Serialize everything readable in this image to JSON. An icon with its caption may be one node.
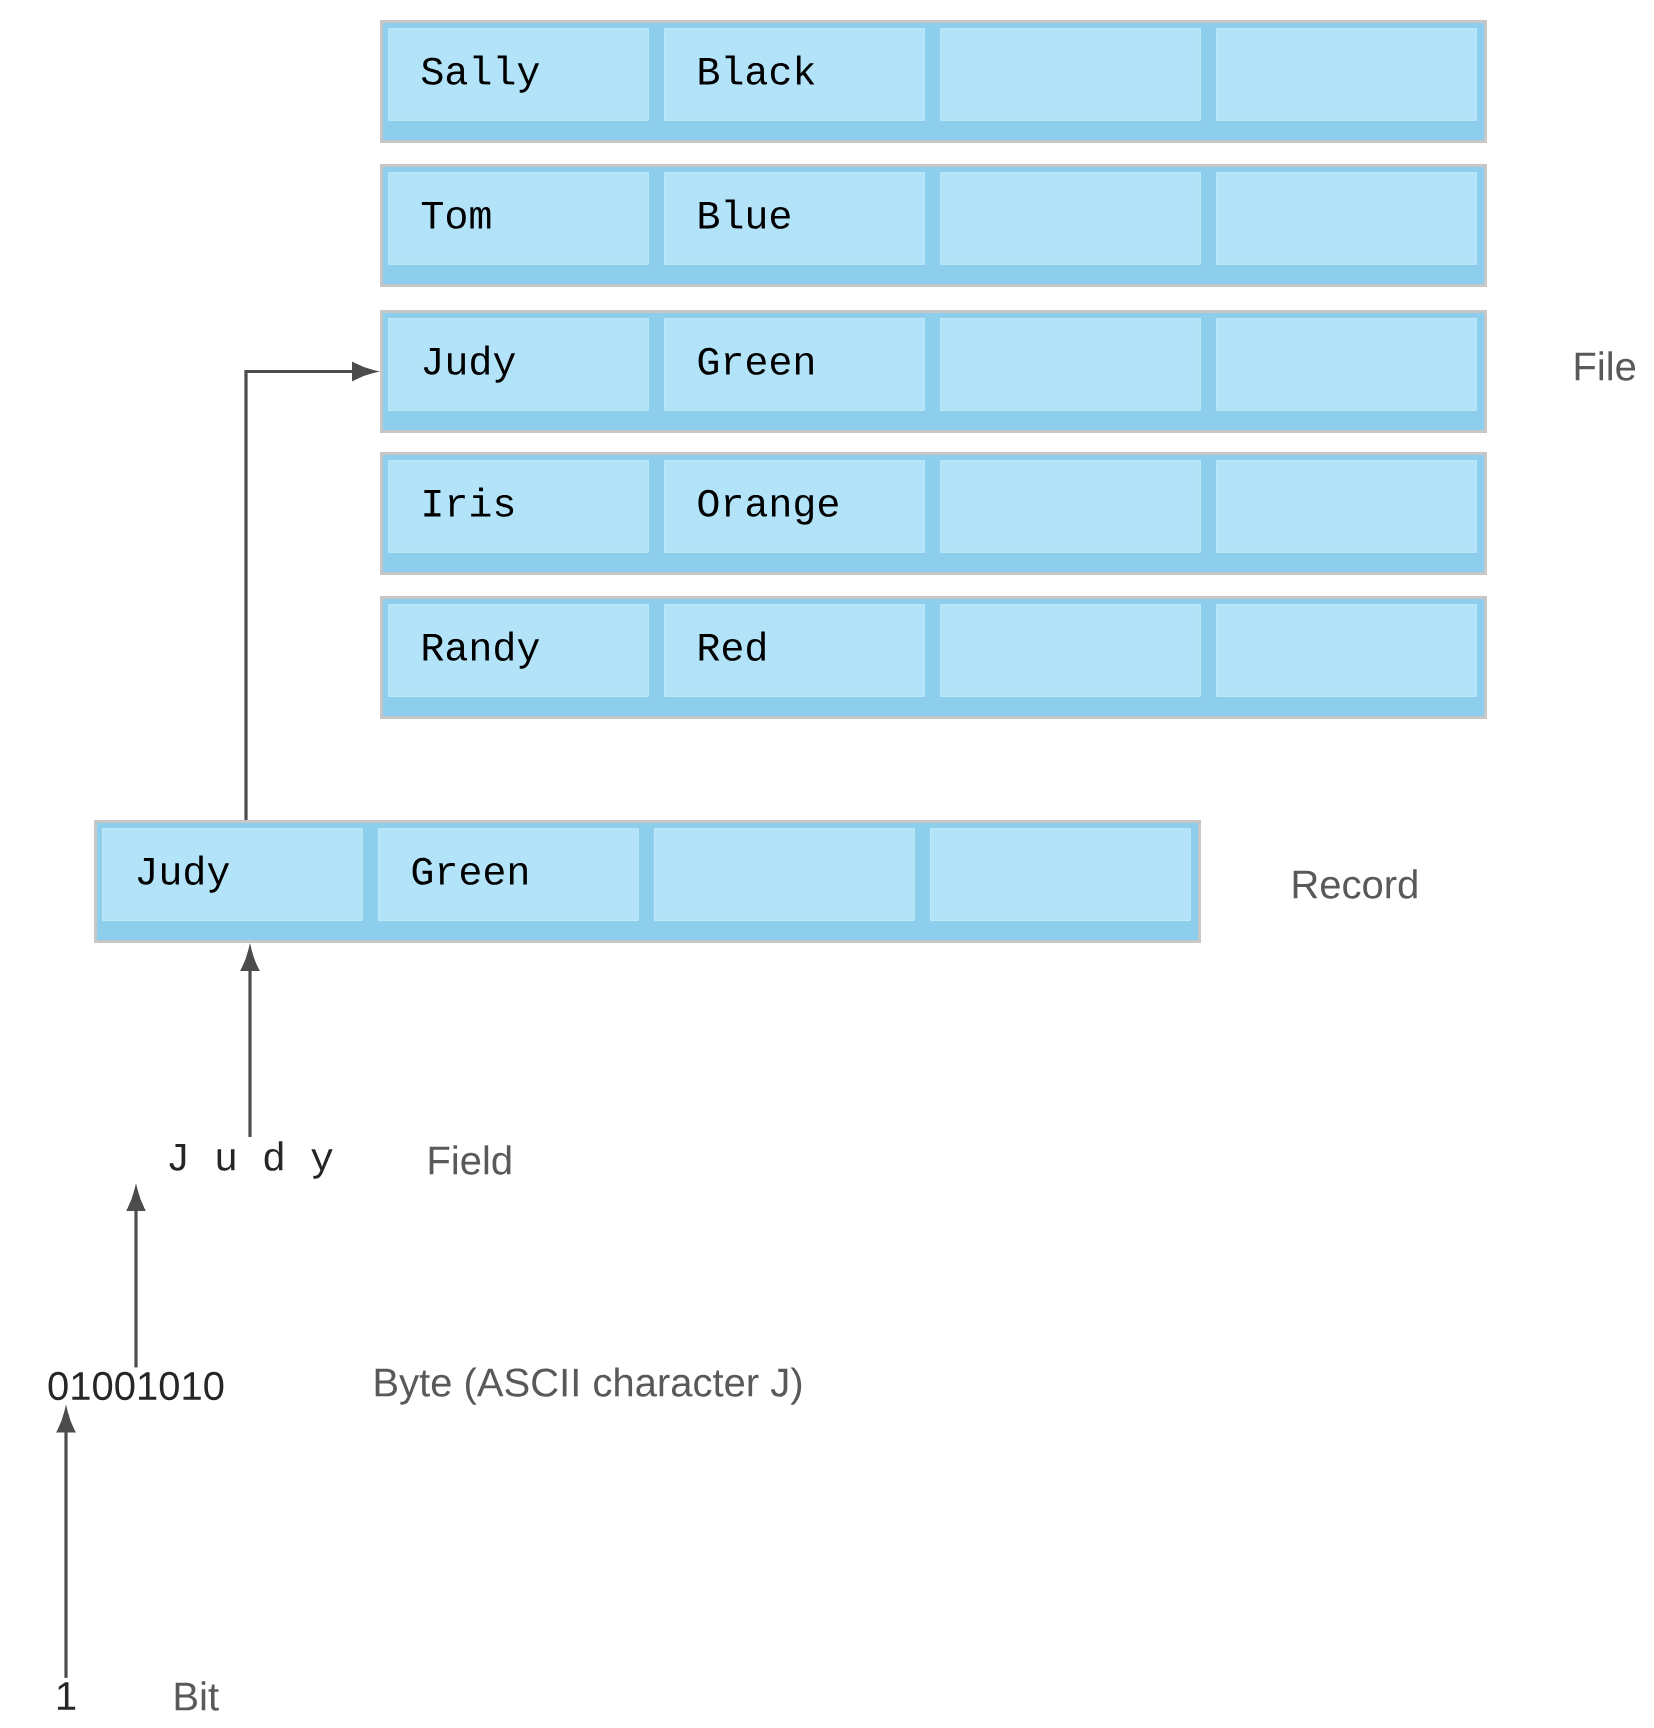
{
  "diagram": {
    "nodes": [
      {
        "text": [],
        "shape": "bar"
      },
      {
        "text": [
          "Sally"
        ],
        "in": 0
      },
      {
        "text": [
          "Black"
        ],
        "in": 0
      },
      {
        "text": [],
        "shape": "box",
        "in": 0
      },
      {
        "text": [],
        "shape": "box",
        "in": 0
      },
      {
        "text": [],
        "shape": "bar"
      },
      {
        "text": [
          "Tom"
        ],
        "in": 5
      },
      {
        "text": [
          "Blue"
        ],
        "in": 5
      },
      {
        "text": [],
        "shape": "box",
        "in": 5
      },
      {
        "text": [],
        "shape": "box",
        "in": 5
      },
      {
        "text": [],
        "shape": "bar"
      },
      {
        "text": [
          "Judy"
        ],
        "in": 10
      },
      {
        "text": [
          "Green"
        ],
        "in": 10
      },
      {
        "text": [],
        "shape": "box",
        "in": 10
      },
      {
        "text": [],
        "shape": "box",
        "in": 10
      },
      {
        "text": [],
        "shape": "bar"
      },
      {
        "text": [
          "Iris"
        ],
        "in": 15
      },
      {
        "text": [
          "Orange"
        ],
        "in": 15
      },
      {
        "text": [],
        "shape": "box",
        "in": 15
      },
      {
        "text": [],
        "shape": "box",
        "in": 15
      },
      {
        "text": [],
        "shape": "bar"
      },
      {
        "text": [
          "Randy"
        ],
        "in": 20
      },
      {
        "text": [
          "Red"
        ],
        "in": 20
      },
      {
        "text": [],
        "shape": "box",
        "in": 20
      },
      {
        "text": [],
        "shape": "box",
        "in": 20
      },
      {
        "text": [],
        "shape": "bar",
        "beside": [
          "Record"
        ]
      },
      {
        "text": [
          "Judy"
        ],
        "in": 25
      },
      {
        "text": [
          "Green"
        ],
        "in": 25
      },
      {
        "text": [],
        "shape": "box",
        "in": 25
      },
      {
        "text": [],
        "shape": "box",
        "in": 25
      },
      {
        "text": [
          "J u d y"
        ],
        "beside": [
          "Field"
        ]
      },
      {
        "text": [
          "01001010"
        ],
        "beside": [
          "Byte (ASCII character J)"
        ]
      },
      {
        "text": [
          "1"
        ],
        "beside": [
          "Bit"
        ]
      }
    ],
    "edges": [
      {
        "from": 25,
        "to": 10,
        "arrow": "to"
      },
      {
        "from": 30,
        "to": 25,
        "arrow": "to"
      },
      {
        "from": 31,
        "to": 30,
        "arrow": "to"
      },
      {
        "from": 32,
        "to": 31,
        "arrow": "to"
      }
    ],
    "labels": [
      "File"
    ]
  }
}
